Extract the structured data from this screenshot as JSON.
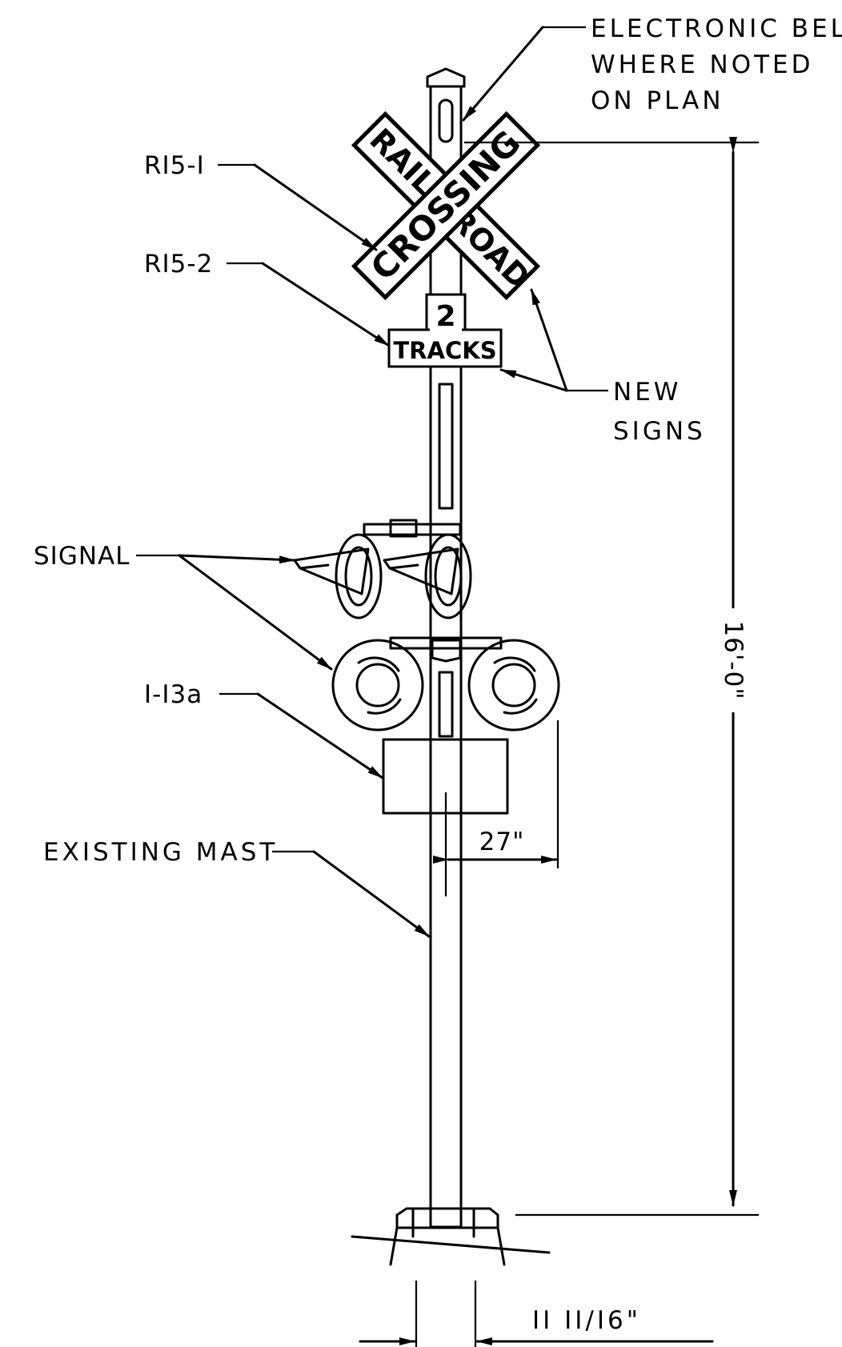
{
  "labels": {
    "bell_line1": "ELECTRONIC BELL",
    "bell_line2": "WHERE NOTED",
    "bell_line3": "ON PLAN",
    "crossbuck": "RI5-I",
    "tracks_plate": "RI5-2",
    "new_signs_line1": "NEW",
    "new_signs_line2": "SIGNS",
    "signal": "SIGNAL",
    "sign_13a": "I-I3a",
    "existing_mast": "EXISTING MAST"
  },
  "signs": {
    "rail": "RAIL",
    "road": "ROAD",
    "crossing": "CROSSING",
    "tracks_number": "2",
    "tracks_word": "TRACKS"
  },
  "dimensions": {
    "height": "16'-0\"",
    "offset": "27\"",
    "base_width": "II II/I6\""
  }
}
